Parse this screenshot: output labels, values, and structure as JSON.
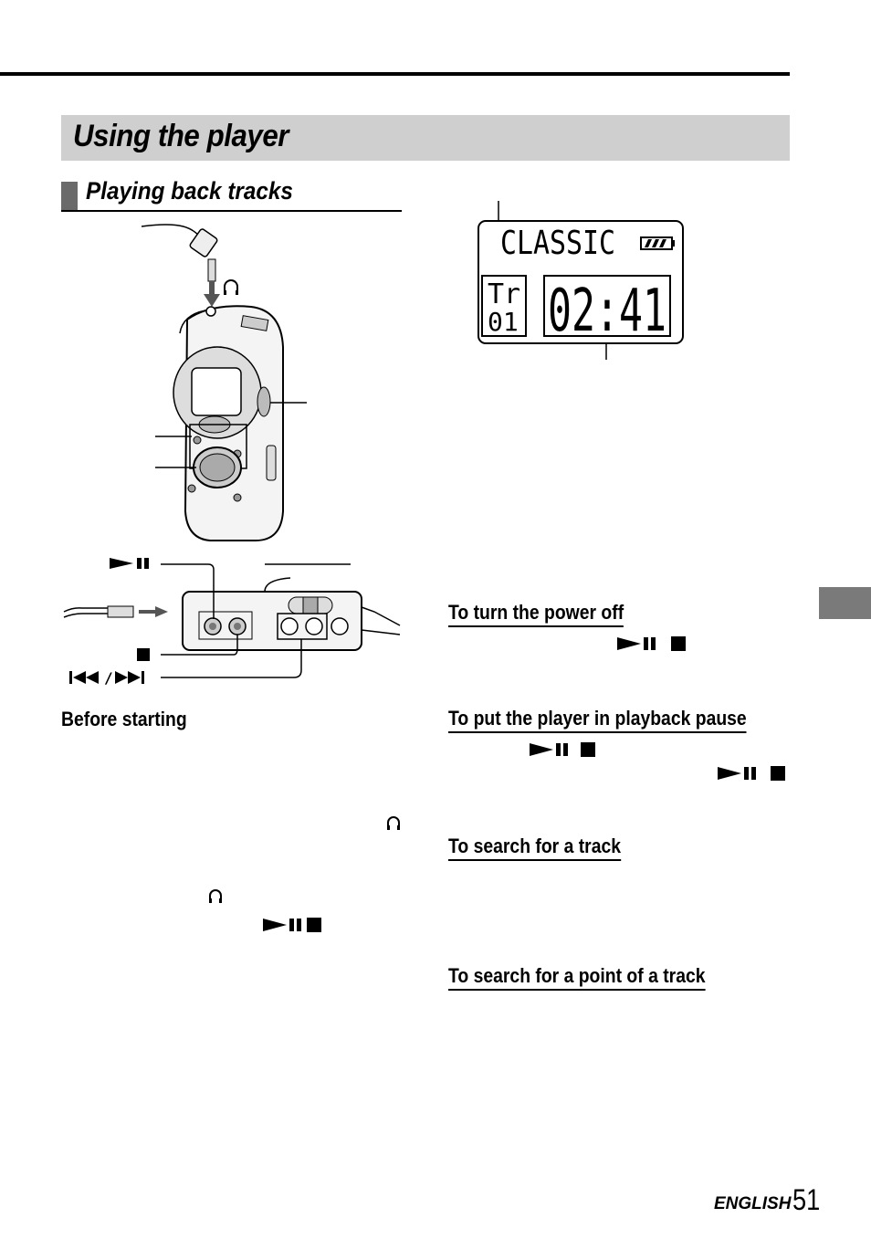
{
  "page": {
    "title": "Using the player",
    "section_title": "Playing back tracks",
    "footer_language": "ENGLISH",
    "page_number": "51"
  },
  "display": {
    "genre": "CLASSIC",
    "track_label": "Tr",
    "track_number": "01",
    "time": "02:41"
  },
  "left_column": {
    "before_starting": "Before starting"
  },
  "right_column": {
    "power_off": "To turn the power off",
    "pause": "To put the player in playback pause",
    "search_track": "To search for a track",
    "search_point": "To search for a point of a track"
  },
  "icons": [
    "play-pause-icon",
    "stop-icon",
    "skip-back-icon",
    "skip-forward-icon",
    "headphone-icon"
  ]
}
